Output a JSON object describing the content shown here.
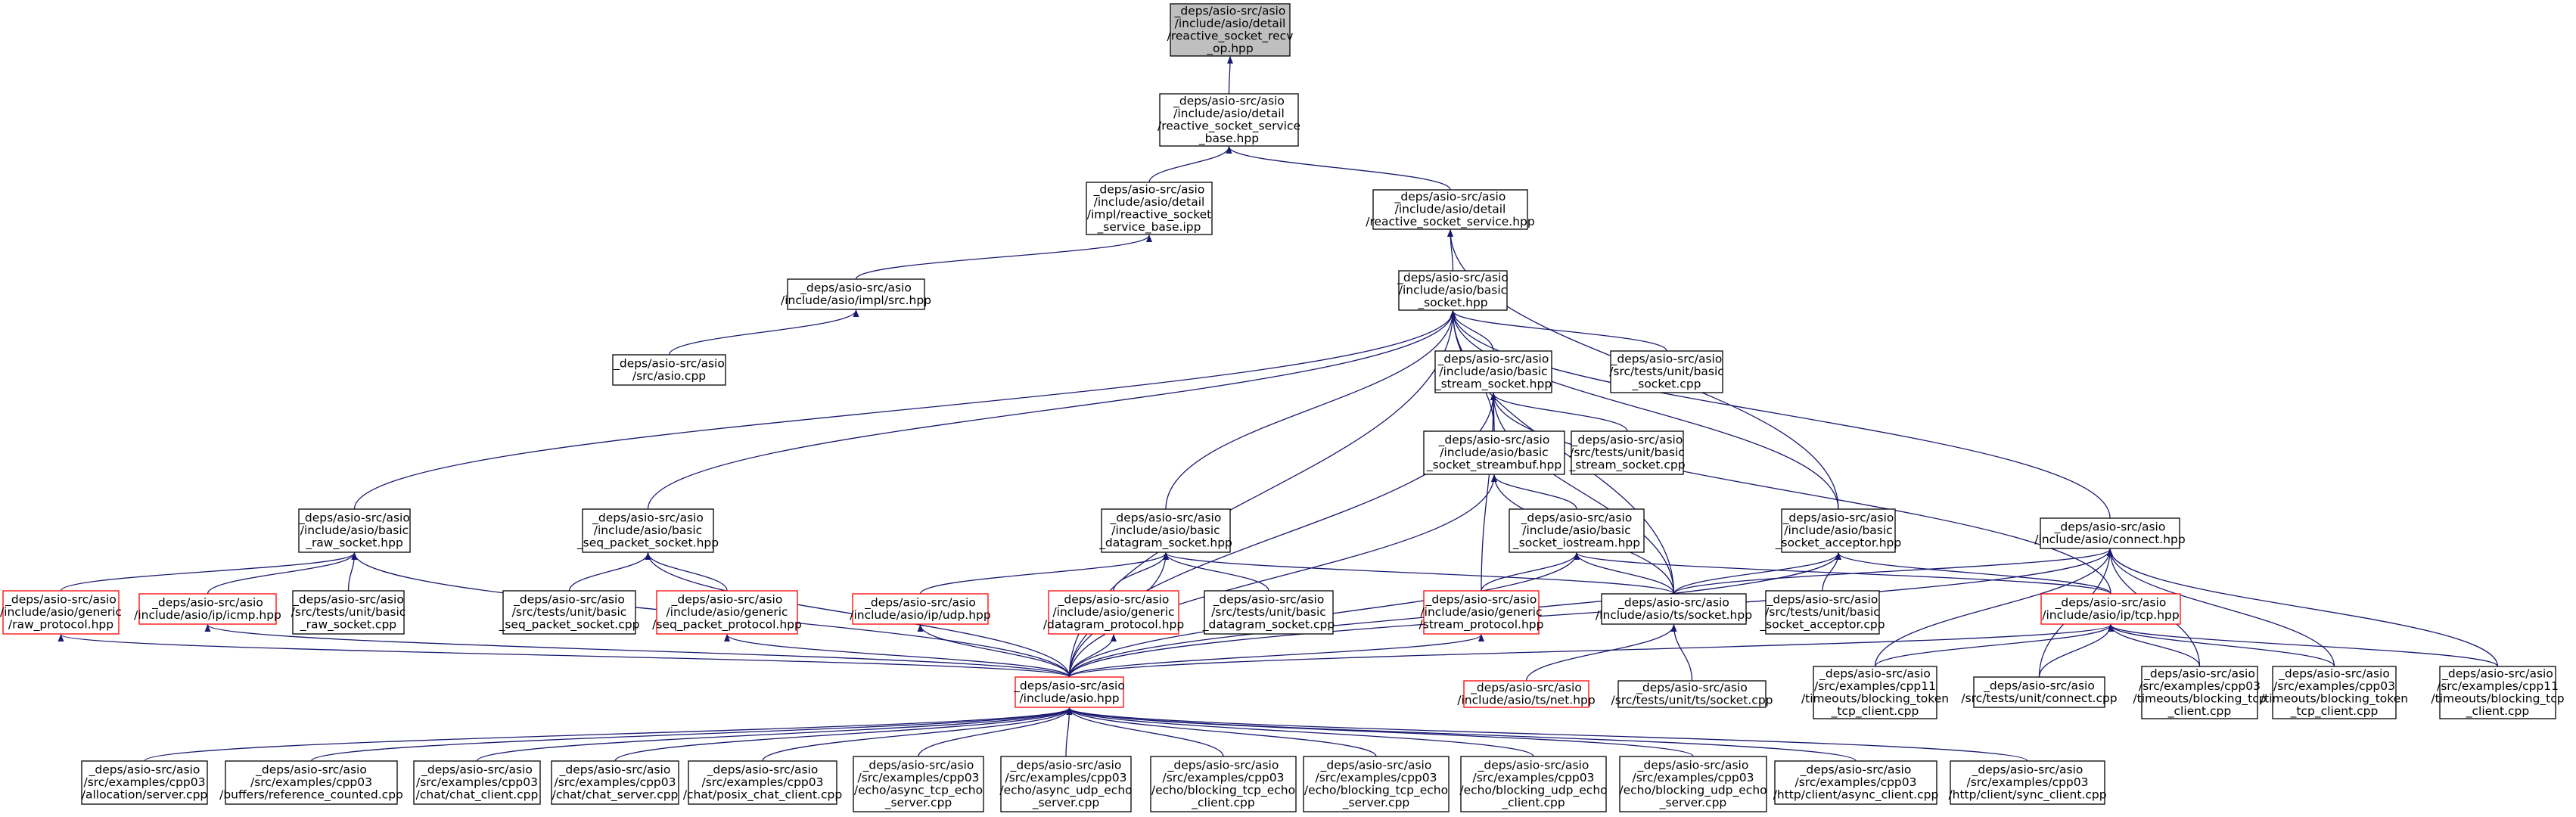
{
  "graph": {
    "colors": {
      "edge": "#191970",
      "node_border": "#000000",
      "node_border_partial": "#ff0000",
      "node_fill": "#ffffff",
      "root_fill": "#bfbfbf"
    },
    "nodes": [
      {
        "id": "reactive_socket_recv_op_hpp",
        "lines": [
          "_deps/asio-src/asio",
          "/include/asio/detail",
          "/reactive_socket_recv",
          "_op.hpp"
        ],
        "root": true
      },
      {
        "id": "reactive_socket_service_base_hpp",
        "lines": [
          "_deps/asio-src/asio",
          "/include/asio/detail",
          "/reactive_socket_service",
          "_base.hpp"
        ]
      },
      {
        "id": "impl_reactive_socket_service_base_ipp",
        "lines": [
          "_deps/asio-src/asio",
          "/include/asio/detail",
          "/impl/reactive_socket",
          "_service_base.ipp"
        ]
      },
      {
        "id": "reactive_socket_service_hpp",
        "lines": [
          "_deps/asio-src/asio",
          "/include/asio/detail",
          "/reactive_socket_service.hpp"
        ]
      },
      {
        "id": "impl_src_hpp",
        "lines": [
          "_deps/asio-src/asio",
          "/include/asio/impl/src.hpp"
        ]
      },
      {
        "id": "basic_socket_hpp",
        "lines": [
          "_deps/asio-src/asio",
          "/include/asio/basic",
          "_socket.hpp"
        ]
      },
      {
        "id": "asio_cpp",
        "lines": [
          "_deps/asio-src/asio",
          "/src/asio.cpp"
        ]
      },
      {
        "id": "basic_stream_socket_hpp",
        "lines": [
          "_deps/asio-src/asio",
          "/include/asio/basic",
          "_stream_socket.hpp"
        ]
      },
      {
        "id": "tests_basic_socket_cpp",
        "lines": [
          "_deps/asio-src/asio",
          "/src/tests/unit/basic",
          "_socket.cpp"
        ]
      },
      {
        "id": "basic_socket_streambuf_hpp",
        "lines": [
          "_deps/asio-src/asio",
          "/include/asio/basic",
          "_socket_streambuf.hpp"
        ]
      },
      {
        "id": "tests_basic_stream_socket_cpp",
        "lines": [
          "_deps/asio-src/asio",
          "/src/tests/unit/basic",
          "_stream_socket.cpp"
        ]
      },
      {
        "id": "basic_raw_socket_hpp",
        "lines": [
          "_deps/asio-src/asio",
          "/include/asio/basic",
          "_raw_socket.hpp"
        ]
      },
      {
        "id": "basic_seq_packet_socket_hpp",
        "lines": [
          "_deps/asio-src/asio",
          "/include/asio/basic",
          "_seq_packet_socket.hpp"
        ]
      },
      {
        "id": "basic_datagram_socket_hpp",
        "lines": [
          "_deps/asio-src/asio",
          "/include/asio/basic",
          "_datagram_socket.hpp"
        ]
      },
      {
        "id": "basic_socket_iostream_hpp",
        "lines": [
          "_deps/asio-src/asio",
          "/include/asio/basic",
          "_socket_iostream.hpp"
        ]
      },
      {
        "id": "basic_socket_acceptor_hpp",
        "lines": [
          "_deps/asio-src/asio",
          "/include/asio/basic",
          "_socket_acceptor.hpp"
        ]
      },
      {
        "id": "connect_hpp",
        "lines": [
          "_deps/asio-src/asio",
          "/include/asio/connect.hpp"
        ]
      },
      {
        "id": "generic_raw_protocol_hpp",
        "lines": [
          "_deps/asio-src/asio",
          "/include/asio/generic",
          "/raw_protocol.hpp"
        ],
        "partial": true
      },
      {
        "id": "ip_icmp_hpp",
        "lines": [
          "_deps/asio-src/asio",
          "/include/asio/ip/icmp.hpp"
        ],
        "partial": true
      },
      {
        "id": "tests_basic_raw_socket_cpp",
        "lines": [
          "_deps/asio-src/asio",
          "/src/tests/unit/basic",
          "_raw_socket.cpp"
        ]
      },
      {
        "id": "tests_basic_seq_packet_socket_cpp",
        "lines": [
          "_deps/asio-src/asio",
          "/src/tests/unit/basic",
          "_seq_packet_socket.cpp"
        ]
      },
      {
        "id": "generic_seq_packet_protocol_hpp",
        "lines": [
          "_deps/asio-src/asio",
          "/include/asio/generic",
          "/seq_packet_protocol.hpp"
        ],
        "partial": true
      },
      {
        "id": "ip_udp_hpp",
        "lines": [
          "_deps/asio-src/asio",
          "/include/asio/ip/udp.hpp"
        ],
        "partial": true
      },
      {
        "id": "generic_datagram_protocol_hpp",
        "lines": [
          "_deps/asio-src/asio",
          "/include/asio/generic",
          "/datagram_protocol.hpp"
        ],
        "partial": true
      },
      {
        "id": "tests_basic_datagram_socket_cpp",
        "lines": [
          "_deps/asio-src/asio",
          "/src/tests/unit/basic",
          "_datagram_socket.cpp"
        ]
      },
      {
        "id": "generic_stream_protocol_hpp",
        "lines": [
          "_deps/asio-src/asio",
          "/include/asio/generic",
          "/stream_protocol.hpp"
        ],
        "partial": true
      },
      {
        "id": "ts_socket_hpp",
        "lines": [
          "_deps/asio-src/asio",
          "/include/asio/ts/socket.hpp"
        ]
      },
      {
        "id": "tests_basic_socket_acceptor_cpp",
        "lines": [
          "_deps/asio-src/asio",
          "/src/tests/unit/basic",
          "_socket_acceptor.cpp"
        ]
      },
      {
        "id": "ip_tcp_hpp",
        "lines": [
          "_deps/asio-src/asio",
          "/include/asio/ip/tcp.hpp"
        ],
        "partial": true
      },
      {
        "id": "asio_hpp",
        "lines": [
          "_deps/asio-src/asio",
          "/include/asio.hpp"
        ],
        "partial": true
      },
      {
        "id": "ts_net_hpp",
        "lines": [
          "_deps/asio-src/asio",
          "/include/asio/ts/net.hpp"
        ],
        "partial": true
      },
      {
        "id": "tests_ts_socket_cpp",
        "lines": [
          "_deps/asio-src/asio",
          "/src/tests/unit/ts/socket.cpp"
        ]
      },
      {
        "id": "cpp11_timeouts_blocking_token_tcp_client_cpp",
        "lines": [
          "_deps/asio-src/asio",
          "/src/examples/cpp11",
          "/timeouts/blocking_token",
          "_tcp_client.cpp"
        ]
      },
      {
        "id": "tests_connect_cpp",
        "lines": [
          "_deps/asio-src/asio",
          "/src/tests/unit/connect.cpp"
        ]
      },
      {
        "id": "cpp03_timeouts_blocking_tcp_client_cpp",
        "lines": [
          "_deps/asio-src/asio",
          "/src/examples/cpp03",
          "/timeouts/blocking_tcp",
          "_client.cpp"
        ]
      },
      {
        "id": "cpp03_timeouts_blocking_token_tcp_client_cpp",
        "lines": [
          "_deps/asio-src/asio",
          "/src/examples/cpp03",
          "/timeouts/blocking_token",
          "_tcp_client.cpp"
        ]
      },
      {
        "id": "cpp11_timeouts_blocking_tcp_client_cpp",
        "lines": [
          "_deps/asio-src/asio",
          "/src/examples/cpp11",
          "/timeouts/blocking_tcp",
          "_client.cpp"
        ]
      },
      {
        "id": "cpp03_allocation_server_cpp",
        "lines": [
          "_deps/asio-src/asio",
          "/src/examples/cpp03",
          "/allocation/server.cpp"
        ]
      },
      {
        "id": "cpp03_buffers_reference_counted_cpp",
        "lines": [
          "_deps/asio-src/asio",
          "/src/examples/cpp03",
          "/buffers/reference_counted.cpp"
        ]
      },
      {
        "id": "cpp03_chat_client_cpp",
        "lines": [
          "_deps/asio-src/asio",
          "/src/examples/cpp03",
          "/chat/chat_client.cpp"
        ]
      },
      {
        "id": "cpp03_chat_server_cpp",
        "lines": [
          "_deps/asio-src/asio",
          "/src/examples/cpp03",
          "/chat/chat_server.cpp"
        ]
      },
      {
        "id": "cpp03_posix_chat_client_cpp",
        "lines": [
          "_deps/asio-src/asio",
          "/src/examples/cpp03",
          "/chat/posix_chat_client.cpp"
        ]
      },
      {
        "id": "cpp03_async_tcp_echo_server_cpp",
        "lines": [
          "_deps/asio-src/asio",
          "/src/examples/cpp03",
          "/echo/async_tcp_echo",
          "_server.cpp"
        ]
      },
      {
        "id": "cpp03_async_udp_echo_server_cpp",
        "lines": [
          "_deps/asio-src/asio",
          "/src/examples/cpp03",
          "/echo/async_udp_echo",
          "_server.cpp"
        ]
      },
      {
        "id": "cpp03_blocking_tcp_echo_client_cpp",
        "lines": [
          "_deps/asio-src/asio",
          "/src/examples/cpp03",
          "/echo/blocking_tcp_echo",
          "_client.cpp"
        ]
      },
      {
        "id": "cpp03_blocking_tcp_echo_server_cpp",
        "lines": [
          "_deps/asio-src/asio",
          "/src/examples/cpp03",
          "/echo/blocking_tcp_echo",
          "_server.cpp"
        ]
      },
      {
        "id": "cpp03_blocking_udp_echo_client_cpp",
        "lines": [
          "_deps/asio-src/asio",
          "/src/examples/cpp03",
          "/echo/blocking_udp_echo",
          "_client.cpp"
        ]
      },
      {
        "id": "cpp03_blocking_udp_echo_server_cpp",
        "lines": [
          "_deps/asio-src/asio",
          "/src/examples/cpp03",
          "/echo/blocking_udp_echo",
          "_server.cpp"
        ]
      },
      {
        "id": "cpp03_http_client_async_client_cpp",
        "lines": [
          "_deps/asio-src/asio",
          "/src/examples/cpp03",
          "/http/client/async_client.cpp"
        ]
      },
      {
        "id": "cpp03_http_client_sync_client_cpp",
        "lines": [
          "_deps/asio-src/asio",
          "/src/examples/cpp03",
          "/http/client/sync_client.cpp"
        ]
      }
    ],
    "edges": [
      [
        "reactive_socket_service_base_hpp",
        "reactive_socket_recv_op_hpp"
      ],
      [
        "impl_reactive_socket_service_base_ipp",
        "reactive_socket_service_base_hpp"
      ],
      [
        "reactive_socket_service_hpp",
        "reactive_socket_service_base_hpp"
      ],
      [
        "impl_src_hpp",
        "impl_reactive_socket_service_base_ipp"
      ],
      [
        "asio_cpp",
        "impl_src_hpp"
      ],
      [
        "basic_socket_hpp",
        "reactive_socket_service_hpp"
      ],
      [
        "basic_socket_acceptor_hpp",
        "reactive_socket_service_hpp"
      ],
      [
        "basic_stream_socket_hpp",
        "basic_socket_hpp"
      ],
      [
        "tests_basic_socket_cpp",
        "basic_socket_hpp"
      ],
      [
        "basic_raw_socket_hpp",
        "basic_socket_hpp"
      ],
      [
        "basic_seq_packet_socket_hpp",
        "basic_socket_hpp"
      ],
      [
        "basic_datagram_socket_hpp",
        "basic_socket_hpp"
      ],
      [
        "basic_socket_streambuf_hpp",
        "basic_socket_hpp"
      ],
      [
        "basic_socket_acceptor_hpp",
        "basic_socket_hpp"
      ],
      [
        "connect_hpp",
        "basic_socket_hpp"
      ],
      [
        "ts_socket_hpp",
        "basic_socket_hpp"
      ],
      [
        "asio_hpp",
        "basic_socket_hpp"
      ],
      [
        "basic_socket_streambuf_hpp",
        "basic_stream_socket_hpp"
      ],
      [
        "tests_basic_stream_socket_cpp",
        "basic_stream_socket_hpp"
      ],
      [
        "generic_stream_protocol_hpp",
        "basic_stream_socket_hpp"
      ],
      [
        "ts_socket_hpp",
        "basic_stream_socket_hpp"
      ],
      [
        "ip_tcp_hpp",
        "basic_stream_socket_hpp"
      ],
      [
        "asio_hpp",
        "basic_stream_socket_hpp"
      ],
      [
        "basic_socket_iostream_hpp",
        "basic_socket_streambuf_hpp"
      ],
      [
        "ts_socket_hpp",
        "basic_socket_streambuf_hpp"
      ],
      [
        "asio_hpp",
        "basic_socket_streambuf_hpp"
      ],
      [
        "generic_raw_protocol_hpp",
        "basic_raw_socket_hpp"
      ],
      [
        "ip_icmp_hpp",
        "basic_raw_socket_hpp"
      ],
      [
        "tests_basic_raw_socket_cpp",
        "basic_raw_socket_hpp"
      ],
      [
        "asio_hpp",
        "basic_raw_socket_hpp"
      ],
      [
        "tests_basic_seq_packet_socket_cpp",
        "basic_seq_packet_socket_hpp"
      ],
      [
        "generic_seq_packet_protocol_hpp",
        "basic_seq_packet_socket_hpp"
      ],
      [
        "asio_hpp",
        "basic_seq_packet_socket_hpp"
      ],
      [
        "ip_udp_hpp",
        "basic_datagram_socket_hpp"
      ],
      [
        "generic_datagram_protocol_hpp",
        "basic_datagram_socket_hpp"
      ],
      [
        "tests_basic_datagram_socket_cpp",
        "basic_datagram_socket_hpp"
      ],
      [
        "ts_socket_hpp",
        "basic_datagram_socket_hpp"
      ],
      [
        "asio_hpp",
        "basic_datagram_socket_hpp"
      ],
      [
        "generic_stream_protocol_hpp",
        "basic_socket_iostream_hpp"
      ],
      [
        "ts_socket_hpp",
        "basic_socket_iostream_hpp"
      ],
      [
        "ip_tcp_hpp",
        "basic_socket_iostream_hpp"
      ],
      [
        "asio_hpp",
        "basic_socket_iostream_hpp"
      ],
      [
        "ts_socket_hpp",
        "basic_socket_acceptor_hpp"
      ],
      [
        "tests_basic_socket_acceptor_cpp",
        "basic_socket_acceptor_hpp"
      ],
      [
        "ip_tcp_hpp",
        "basic_socket_acceptor_hpp"
      ],
      [
        "asio_hpp",
        "basic_socket_acceptor_hpp"
      ],
      [
        "ts_socket_hpp",
        "connect_hpp"
      ],
      [
        "asio_hpp",
        "connect_hpp"
      ],
      [
        "cpp11_timeouts_blocking_token_tcp_client_cpp",
        "connect_hpp"
      ],
      [
        "tests_connect_cpp",
        "connect_hpp"
      ],
      [
        "cpp03_timeouts_blocking_tcp_client_cpp",
        "connect_hpp"
      ],
      [
        "cpp03_timeouts_blocking_token_tcp_client_cpp",
        "connect_hpp"
      ],
      [
        "cpp11_timeouts_blocking_tcp_client_cpp",
        "connect_hpp"
      ],
      [
        "asio_hpp",
        "generic_raw_protocol_hpp"
      ],
      [
        "asio_hpp",
        "ip_icmp_hpp"
      ],
      [
        "asio_hpp",
        "generic_seq_packet_protocol_hpp"
      ],
      [
        "asio_hpp",
        "ip_udp_hpp"
      ],
      [
        "asio_hpp",
        "generic_datagram_protocol_hpp"
      ],
      [
        "asio_hpp",
        "generic_stream_protocol_hpp"
      ],
      [
        "ts_net_hpp",
        "ts_socket_hpp"
      ],
      [
        "tests_ts_socket_cpp",
        "ts_socket_hpp"
      ],
      [
        "asio_hpp",
        "ip_tcp_hpp"
      ],
      [
        "cpp11_timeouts_blocking_token_tcp_client_cpp",
        "ip_tcp_hpp"
      ],
      [
        "tests_connect_cpp",
        "ip_tcp_hpp"
      ],
      [
        "cpp03_timeouts_blocking_tcp_client_cpp",
        "ip_tcp_hpp"
      ],
      [
        "cpp03_timeouts_blocking_token_tcp_client_cpp",
        "ip_tcp_hpp"
      ],
      [
        "cpp11_timeouts_blocking_tcp_client_cpp",
        "ip_tcp_hpp"
      ],
      [
        "cpp03_allocation_server_cpp",
        "asio_hpp"
      ],
      [
        "cpp03_buffers_reference_counted_cpp",
        "asio_hpp"
      ],
      [
        "cpp03_chat_client_cpp",
        "asio_hpp"
      ],
      [
        "cpp03_chat_server_cpp",
        "asio_hpp"
      ],
      [
        "cpp03_posix_chat_client_cpp",
        "asio_hpp"
      ],
      [
        "cpp03_async_tcp_echo_server_cpp",
        "asio_hpp"
      ],
      [
        "cpp03_async_udp_echo_server_cpp",
        "asio_hpp"
      ],
      [
        "cpp03_blocking_tcp_echo_client_cpp",
        "asio_hpp"
      ],
      [
        "cpp03_blocking_tcp_echo_server_cpp",
        "asio_hpp"
      ],
      [
        "cpp03_blocking_udp_echo_client_cpp",
        "asio_hpp"
      ],
      [
        "cpp03_blocking_udp_echo_server_cpp",
        "asio_hpp"
      ],
      [
        "cpp03_http_client_async_client_cpp",
        "asio_hpp"
      ],
      [
        "cpp03_http_client_sync_client_cpp",
        "asio_hpp"
      ]
    ]
  }
}
